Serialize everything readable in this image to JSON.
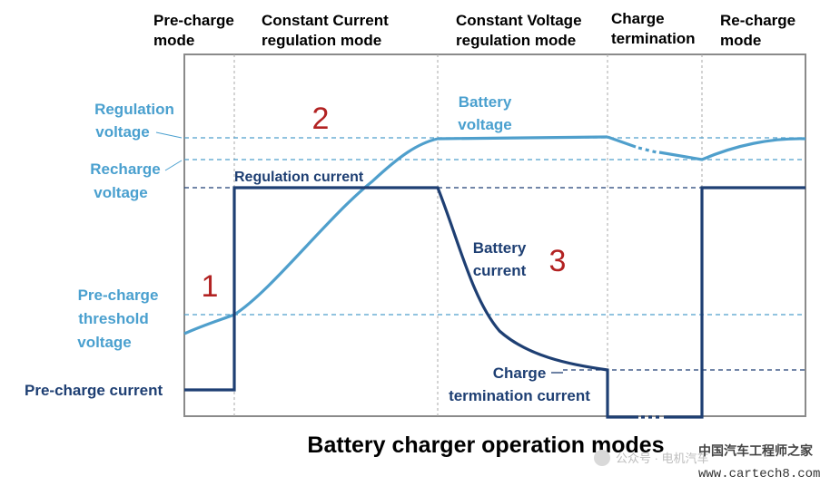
{
  "modes": [
    [
      "Pre-charge",
      "mode"
    ],
    [
      "Constant Current",
      "regulation mode"
    ],
    [
      "Constant Voltage",
      "regulation mode"
    ],
    [
      "Charge",
      "termination"
    ],
    [
      "Re-charge",
      "mode"
    ]
  ],
  "levels": {
    "regulation_voltage": [
      "Regulation",
      "voltage"
    ],
    "recharge_voltage": [
      "Recharge",
      "voltage"
    ],
    "precharge_threshold": [
      "Pre-charge",
      "threshold",
      "voltage"
    ],
    "precharge_current": "Pre-charge current"
  },
  "inline_labels": {
    "regulation_current": "Regulation current",
    "battery_voltage": [
      "Battery",
      "voltage"
    ],
    "battery_current": [
      "Battery",
      "current"
    ],
    "termination_current": [
      "Charge",
      "termination current"
    ]
  },
  "phase_numbers": [
    "1",
    "2",
    "3"
  ],
  "title": "Battery charger operation modes",
  "watermark": {
    "left": "公众号 · 电机汽车",
    "brand": "中国汽车工程师之家",
    "url": "www.cartech8.com"
  },
  "colors": {
    "voltage_curve": "#4f9fcc",
    "current_curve": "#1e3f73",
    "voltage_label": "#4aa0cf",
    "current_label": "#1e3f73",
    "phase_number": "#b22222",
    "frame": "#8a8a8a"
  }
}
